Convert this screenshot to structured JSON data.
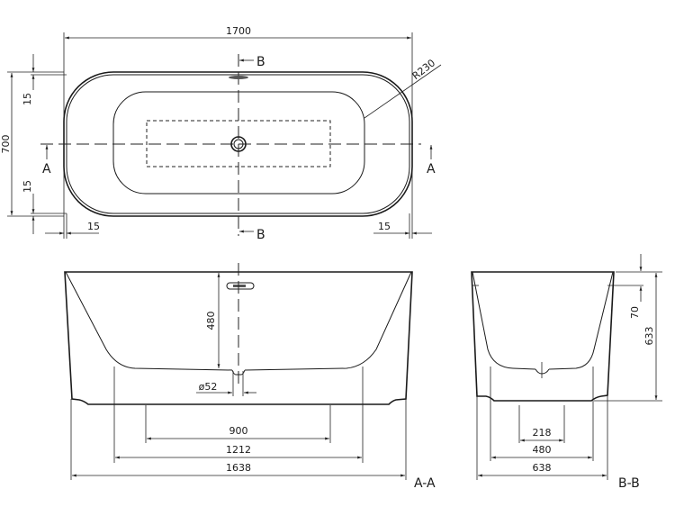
{
  "top_view": {
    "length": "1700",
    "width": "700",
    "rim_top": "15",
    "rim_bottom": "15",
    "rim_left": "15",
    "rim_right": "15",
    "corner_radius": "R230",
    "section_b_top": "B",
    "section_b_bottom": "B",
    "section_a_left": "A",
    "section_a_right": "A"
  },
  "section_aa": {
    "title": "A-A",
    "depth": "480",
    "drain_diameter": "ø52",
    "dim_900": "900",
    "dim_1212": "1212",
    "dim_1638": "1638"
  },
  "section_bb": {
    "title": "B-B",
    "overflow_height": "70",
    "total_height": "633",
    "dim_218": "218",
    "dim_480": "480",
    "dim_638": "638"
  }
}
